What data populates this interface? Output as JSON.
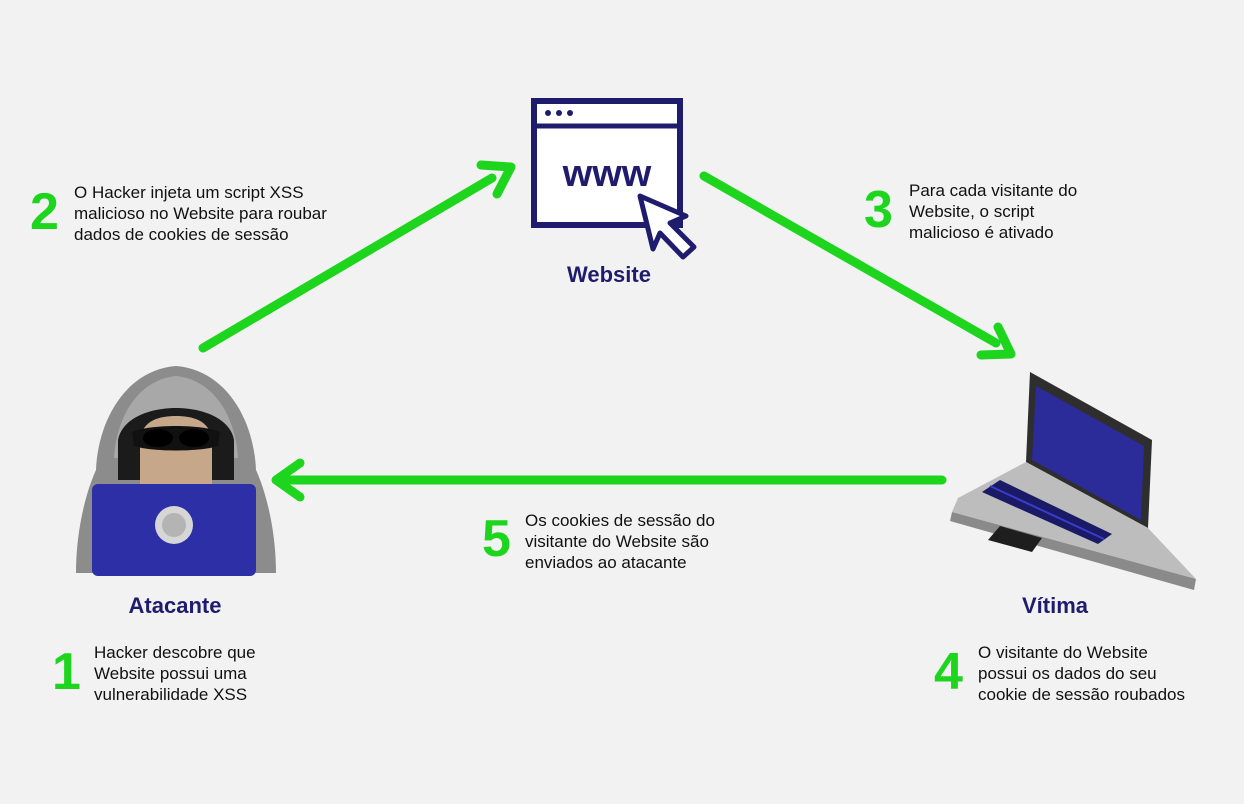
{
  "colors": {
    "background": "#f2f2f2",
    "arrow": "#1ed51e",
    "label": "#1f1c6e",
    "step_number": "#1ed51e",
    "text": "#111111"
  },
  "nodes": {
    "website": {
      "label": "Website",
      "icon": "www-browser-window-with-cursor-icon",
      "icon_text": "www"
    },
    "attacker": {
      "label": "Atacante",
      "icon": "hooded-hacker-with-laptop-icon"
    },
    "victim": {
      "label": "Vítima",
      "icon": "laptop-icon"
    }
  },
  "steps": [
    {
      "number": "1",
      "lines": [
        "Hacker descobre que",
        "Website possui uma",
        "vulnerabilidade XSS"
      ]
    },
    {
      "number": "2",
      "lines": [
        "O Hacker injeta um script XSS",
        "malicioso no Website para roubar",
        "dados de cookies de sessão"
      ]
    },
    {
      "number": "3",
      "lines": [
        "Para cada visitante do",
        "Website, o script",
        "malicioso é ativado"
      ]
    },
    {
      "number": "4",
      "lines": [
        "O visitante do Website",
        "possui os dados do seu",
        "cookie de sessão roubados"
      ]
    },
    {
      "number": "5",
      "lines": [
        "Os cookies de sessão do",
        "visitante do Website são",
        "enviados ao atacante"
      ]
    }
  ]
}
